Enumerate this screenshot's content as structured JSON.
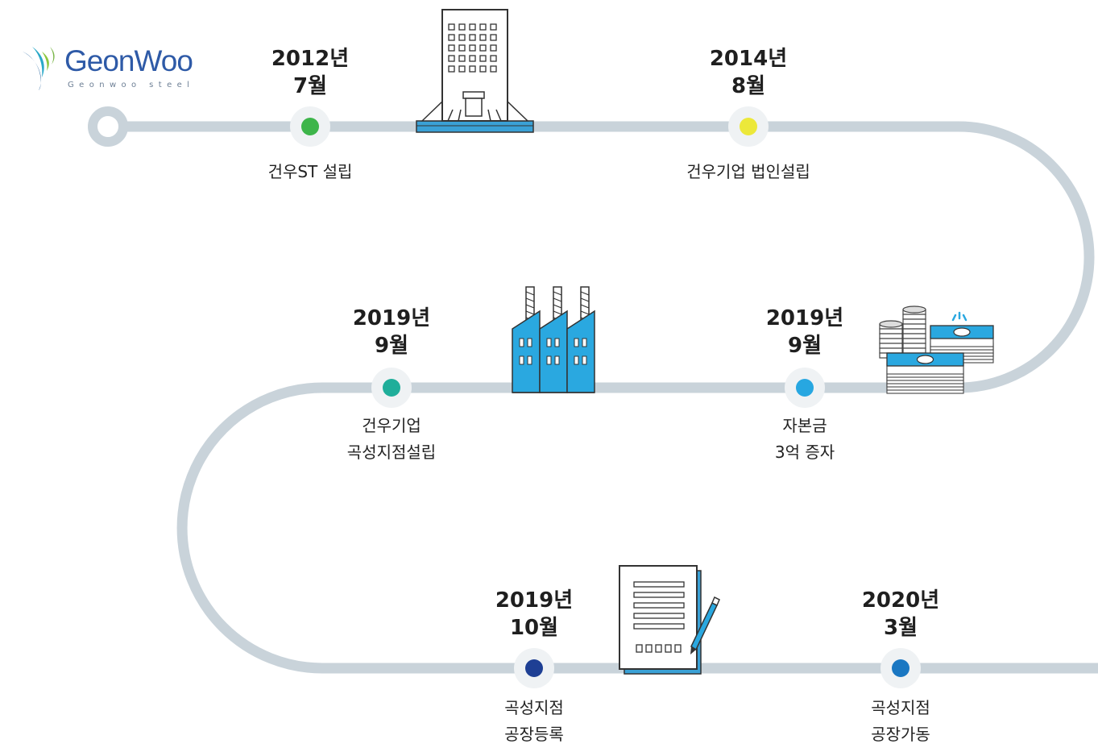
{
  "logo": {
    "name": "GeonWoo",
    "subtitle": "Geonwoo steel"
  },
  "milestones": [
    {
      "year": "2012년",
      "month": "7월",
      "lines": [
        "건우ST 설립"
      ],
      "dot_color": "#3db54a"
    },
    {
      "year": "2014년",
      "month": "8월",
      "lines": [
        "건우기업 법인설립"
      ],
      "dot_color": "#ece83a"
    },
    {
      "year": "2019년",
      "month": "9월",
      "lines": [
        "자본금",
        "3억 증자"
      ],
      "dot_color": "#27a7e1"
    },
    {
      "year": "2019년",
      "month": "9월",
      "lines": [
        "건우기업",
        "곡성지점설립"
      ],
      "dot_color": "#1fae9a"
    },
    {
      "year": "2019년",
      "month": "10월",
      "lines": [
        "곡성지점",
        "공장등록"
      ],
      "dot_color": "#1e3f94"
    },
    {
      "year": "2020년",
      "month": "3월",
      "lines": [
        "곡성지점",
        "공장가동"
      ],
      "dot_color": "#1a77c2"
    }
  ],
  "icons": [
    "office-building-icon",
    "money-stack-icon",
    "factory-icon",
    "document-pen-icon"
  ],
  "colors": {
    "path": "#c9d3da",
    "node_halo": "#eff2f4",
    "icon_blue": "#2aa8e0",
    "icon_outline": "#3b3b3b"
  }
}
